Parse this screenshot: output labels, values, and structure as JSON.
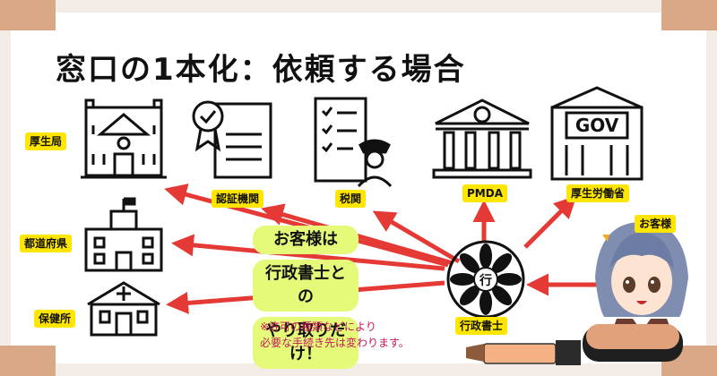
{
  "title": "窓口の1本化：依頼する場合",
  "labels": {
    "kouseikyoku": "厚生局",
    "todoufuken": "都道府県",
    "hokenjo": "保健所",
    "ninshou": "認証機関",
    "zeikan": "税関",
    "pmda": "PMDA",
    "mhlw": "厚生労働省",
    "client": "お客様",
    "scrivener": "行政書士"
  },
  "bubble": [
    "お客様は",
    "行政書士との",
    "やり取りだけ！"
  ],
  "note": [
    "※許可の種類などにより",
    "必要な手続き先は変わります。"
  ],
  "gov_sign": "GOV",
  "emblem_char": "行",
  "colors": {
    "arrow": "#e53935",
    "tag": "#ffe600",
    "bubble": "#e6fa7a",
    "note": "#c2185b",
    "corner": "#d9a887",
    "frame": "#f4ece6"
  }
}
